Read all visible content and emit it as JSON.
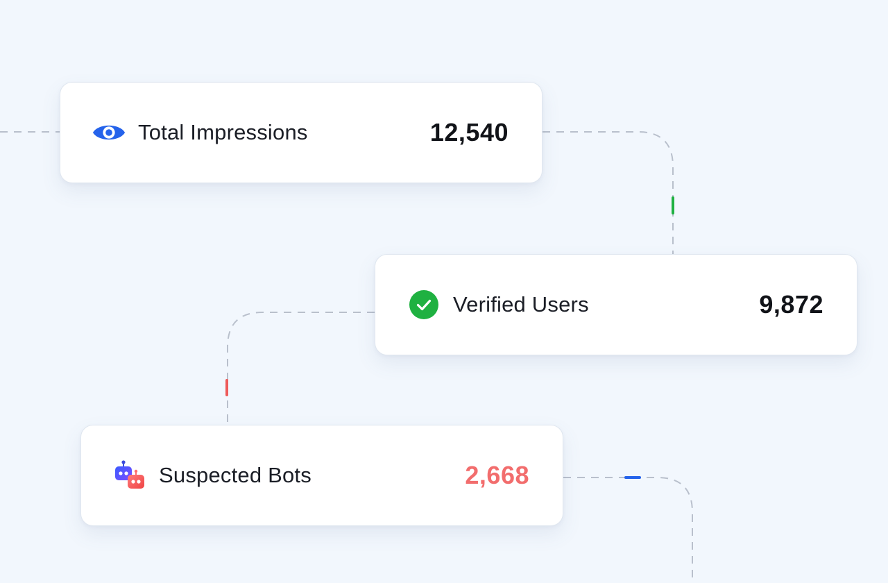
{
  "colors": {
    "background": "#f2f7fd",
    "card": "#ffffff",
    "connector": "#b9c0cc",
    "accent_blue": "#2563eb",
    "success_green": "#1fb141",
    "danger_red": "#f26d6d"
  },
  "cards": {
    "impressions": {
      "icon": "eye-icon",
      "label": "Total Impressions",
      "value": "12,540"
    },
    "verified": {
      "icon": "check-circle-icon",
      "label": "Verified Users",
      "value": "9,872"
    },
    "bots": {
      "icon": "bot-icon",
      "label": "Suspected Bots",
      "value": "2,668"
    }
  }
}
